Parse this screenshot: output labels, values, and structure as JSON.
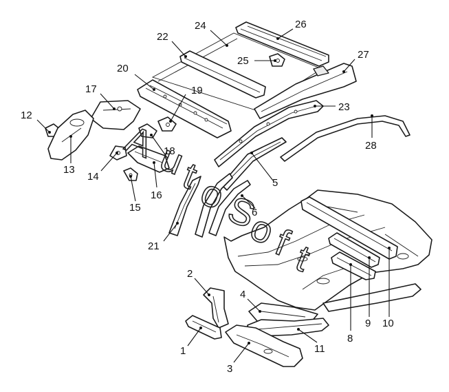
{
  "callouts": [
    "1",
    "2",
    "3",
    "4",
    "5",
    "6",
    "8",
    "9",
    "10",
    "11",
    "12",
    "13",
    "14",
    "15",
    "16",
    "17",
    "18",
    "19",
    "20",
    "21",
    "22",
    "23",
    "24",
    "25",
    "26",
    "27",
    "28"
  ],
  "watermark": {
    "text": "AutoSoft",
    "letters": [
      "A",
      "u",
      "t",
      "o",
      "S",
      "o",
      "f",
      "t"
    ]
  }
}
